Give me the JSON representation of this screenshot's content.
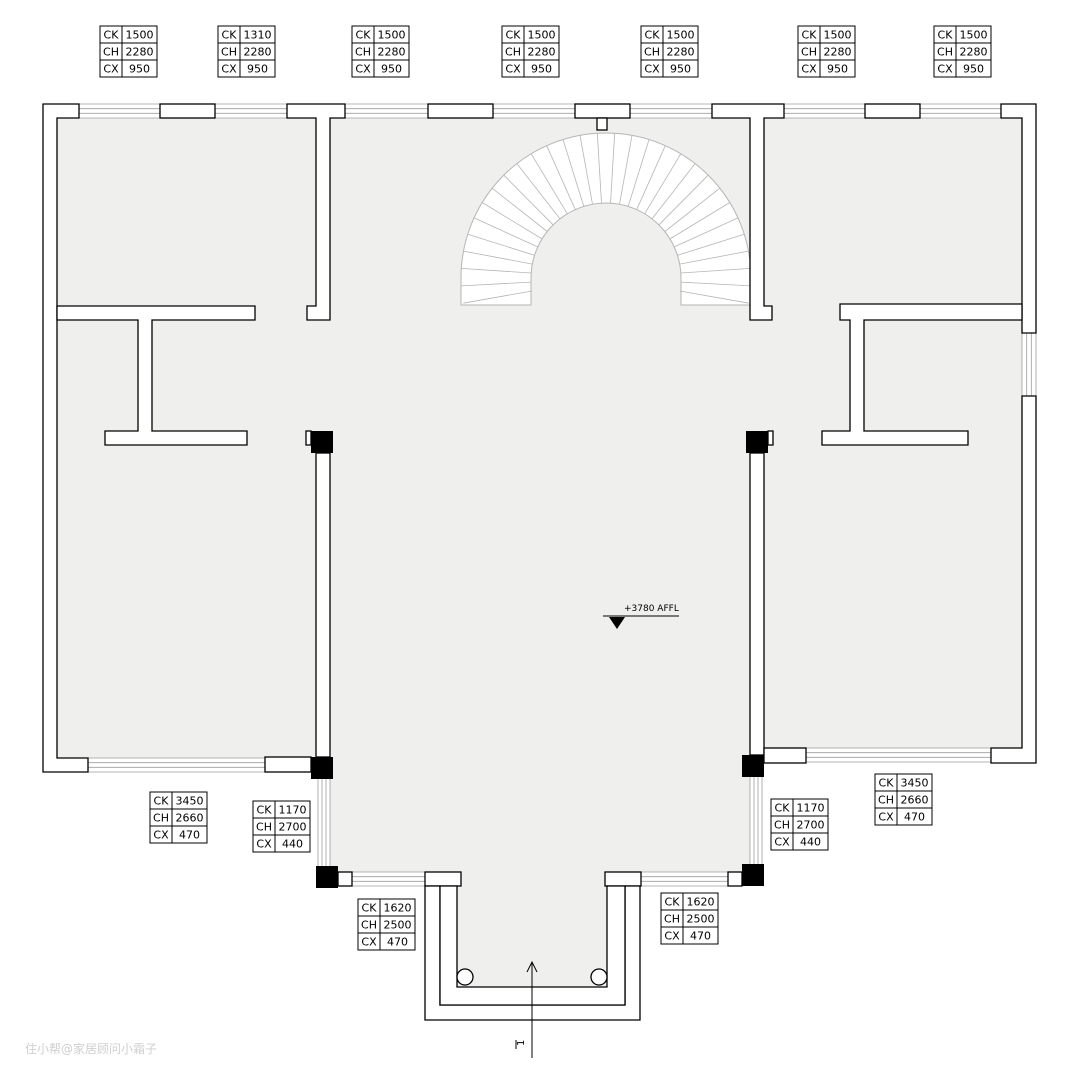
{
  "drawing": {
    "elevation_mark": "+3780 AFFL",
    "section_mark": "1",
    "watermark": "住小帮@家居顾问小霜子"
  },
  "tag_labels": {
    "ck": "CK",
    "ch": "CH",
    "cx": "CX"
  },
  "window_tags": [
    {
      "ck": "1500",
      "ch": "2280",
      "cx": "950"
    },
    {
      "ck": "1310",
      "ch": "2280",
      "cx": "950"
    },
    {
      "ck": "1500",
      "ch": "2280",
      "cx": "950"
    },
    {
      "ck": "1500",
      "ch": "2280",
      "cx": "950"
    },
    {
      "ck": "1500",
      "ch": "2280",
      "cx": "950"
    },
    {
      "ck": "1500",
      "ch": "2280",
      "cx": "950"
    },
    {
      "ck": "1500",
      "ch": "2280",
      "cx": "950"
    },
    {
      "ck": "3450",
      "ch": "2660",
      "cx": "470"
    },
    {
      "ck": "1170",
      "ch": "2700",
      "cx": "440"
    },
    {
      "ck": "1620",
      "ch": "2500",
      "cx": "470"
    },
    {
      "ck": "1620",
      "ch": "2500",
      "cx": "470"
    },
    {
      "ck": "1170",
      "ch": "2700",
      "cx": "440"
    },
    {
      "ck": "3450",
      "ch": "2660",
      "cx": "470"
    }
  ],
  "colors": {
    "floor": "#efefed",
    "wall": "#ffffff",
    "line": "#000000",
    "window": "#9e9e9e",
    "stair": "#b5b5b5"
  }
}
